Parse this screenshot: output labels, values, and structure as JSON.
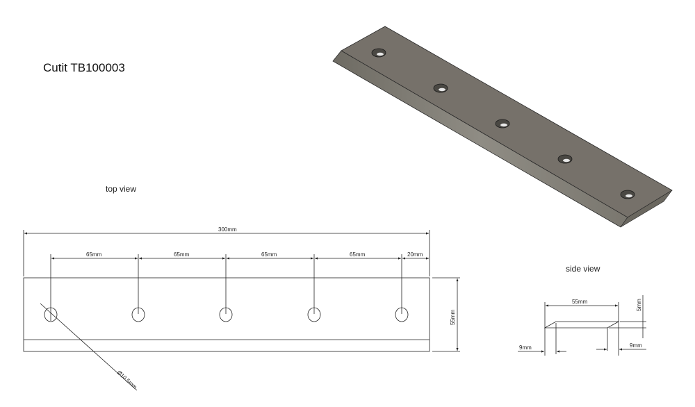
{
  "title": "Cutit TB100003",
  "views": {
    "top_label": "top view",
    "side_label": "side view"
  },
  "top_view": {
    "overall_length": "300mm",
    "hole_spacings": [
      "65mm",
      "65mm",
      "65mm",
      "65mm",
      "20mm"
    ],
    "width": "55mm",
    "hole_diameter": "Ø10.5mm",
    "hole_count": 5
  },
  "side_view": {
    "width": "55mm",
    "thickness": "5mm",
    "bevel_left": "9mm",
    "bevel_right": "9mm"
  },
  "colors": {
    "blade_top": "#77726a",
    "blade_side": "#8a877f",
    "line": "#222222"
  }
}
